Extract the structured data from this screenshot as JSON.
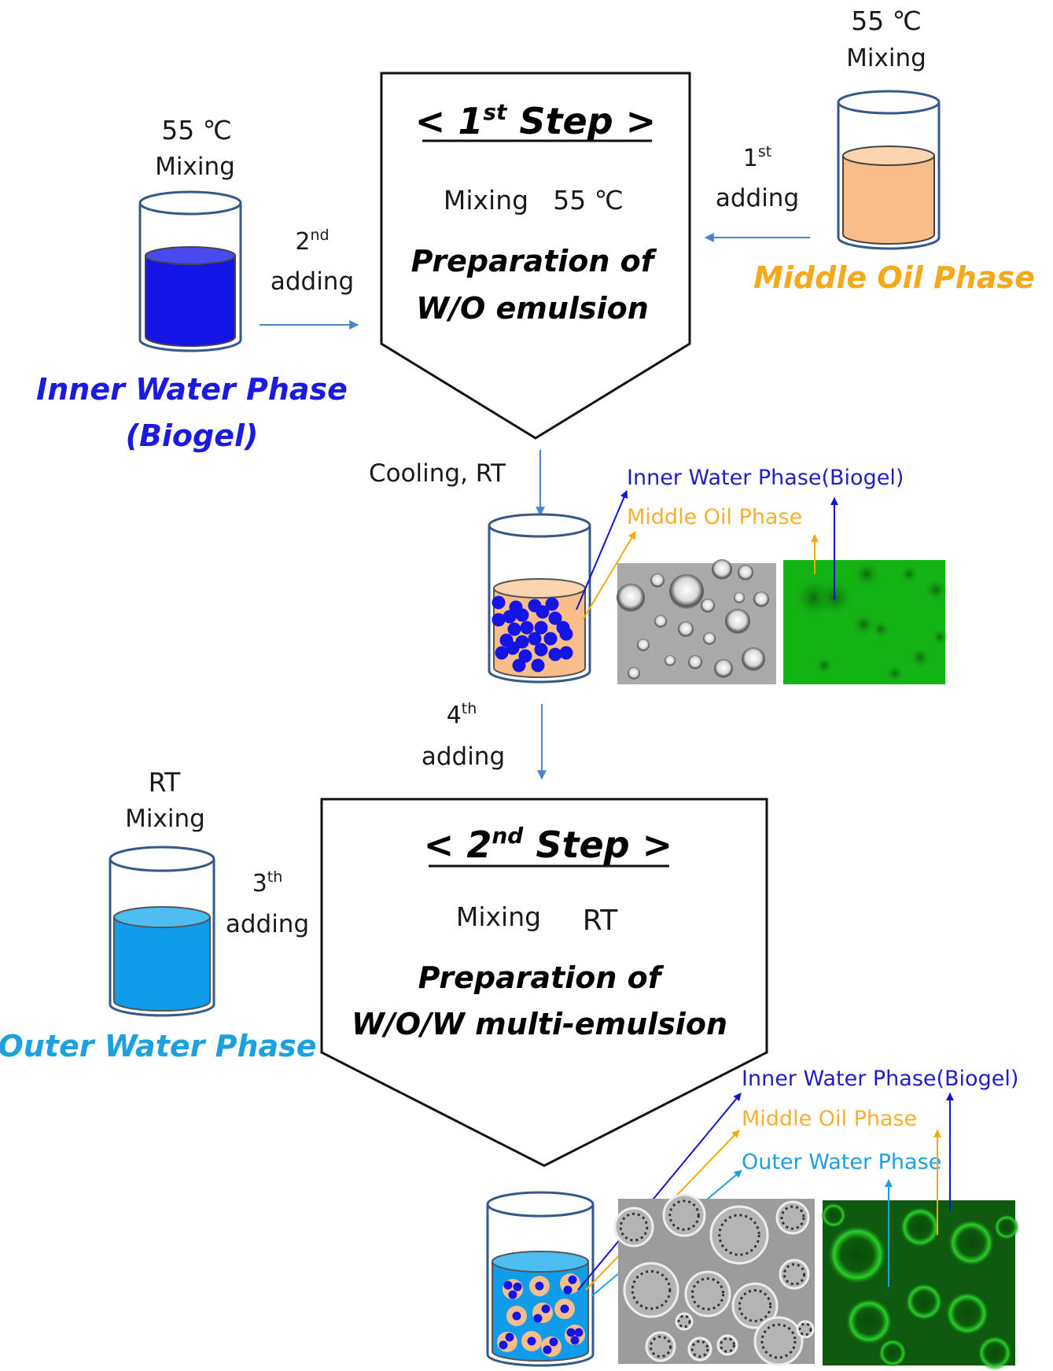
{
  "colors": {
    "inner_water": "#1414e6",
    "inner_water_top": "#4a4af0",
    "oil": "#f9bd8a",
    "oil_top": "#fcd4b0",
    "oil_label": "#f5a818",
    "outer_water": "#0f9cea",
    "outer_water_top": "#4dbdf2",
    "outer_label": "#1ca0e0",
    "inner_label": "#2020c0",
    "arrow": "#4a86c8",
    "green": "#14b414",
    "dark_green": "#0a5a0a"
  },
  "step1": {
    "title_prefix": "< 1",
    "title_sup": "st",
    "title_suffix": " Step >",
    "condition_label": "Mixing",
    "condition_value": "55 ℃",
    "desc_line1": "Preparation of",
    "desc_line2": "W/O emulsion"
  },
  "step2": {
    "title_prefix": "< 2",
    "title_sup": "nd",
    "title_suffix": " Step >",
    "condition_label": "Mixing",
    "condition_value": "RT",
    "desc_line1": "Preparation of",
    "desc_line2": "W/O/W multi-emulsion"
  },
  "inner_water": {
    "temp": "55 ℃",
    "action": "Mixing",
    "name_line1": "Inner Water Phase",
    "name_line2": "(Biogel)",
    "adding_num": "2",
    "adding_sup": "nd",
    "adding_word": "adding"
  },
  "middle_oil": {
    "temp": "55 ℃",
    "action": "Mixing",
    "name": "Middle Oil Phase",
    "adding_num": "1",
    "adding_sup": "st",
    "adding_word": "adding"
  },
  "outer_water": {
    "temp": "RT",
    "action": "Mixing",
    "name": "Outer Water Phase",
    "adding_num": "3",
    "adding_sup": "th",
    "adding_word": "adding"
  },
  "cooling": {
    "label": "Cooling, RT"
  },
  "fourth": {
    "adding_num": "4",
    "adding_sup": "th",
    "adding_word": "adding"
  },
  "wo_result": {
    "inner_label": "Inner Water Phase(Biogel)",
    "oil_label": "Middle Oil Phase"
  },
  "wow_result": {
    "inner_label": "Inner Water Phase(Biogel)",
    "oil_label": "Middle Oil Phase",
    "outer_label": "Outer Water Phase"
  }
}
